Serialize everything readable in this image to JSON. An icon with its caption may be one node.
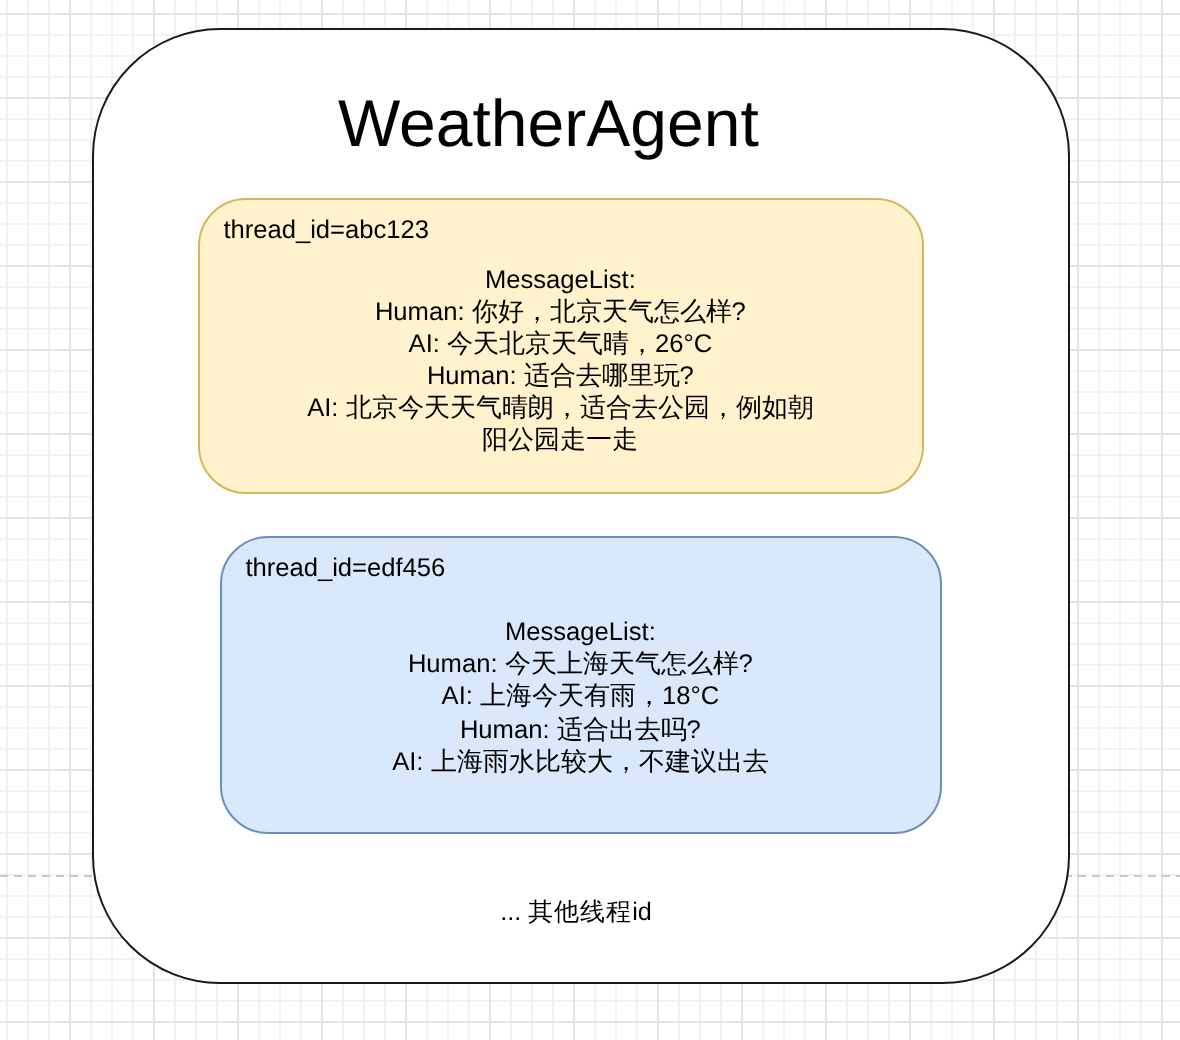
{
  "diagram": {
    "nodes": [
      {
        "text": [
          "WeatherAgent"
        ]
      },
      {
        "text": [
          "thread_id=abc123",
          "MessageList:",
          "Human: 你好，北京天气怎么样?",
          "AI: 今天北京天气晴，26°C",
          "Human: 适合去哪里玩?",
          "AI: 北京今天天气晴朗，适合去公园，例如朝阳公园走一走"
        ],
        "in": 0
      },
      {
        "text": [
          "thread_id=edf456",
          "MessageList:",
          "Human: 今天上海天气怎么样?",
          "AI: 上海今天有雨，18°C",
          "Human: 适合出去吗?",
          "AI: 上海雨水比较大，不建议出去"
        ],
        "in": 0
      }
    ],
    "labels": [
      "... 其他线程id"
    ]
  }
}
